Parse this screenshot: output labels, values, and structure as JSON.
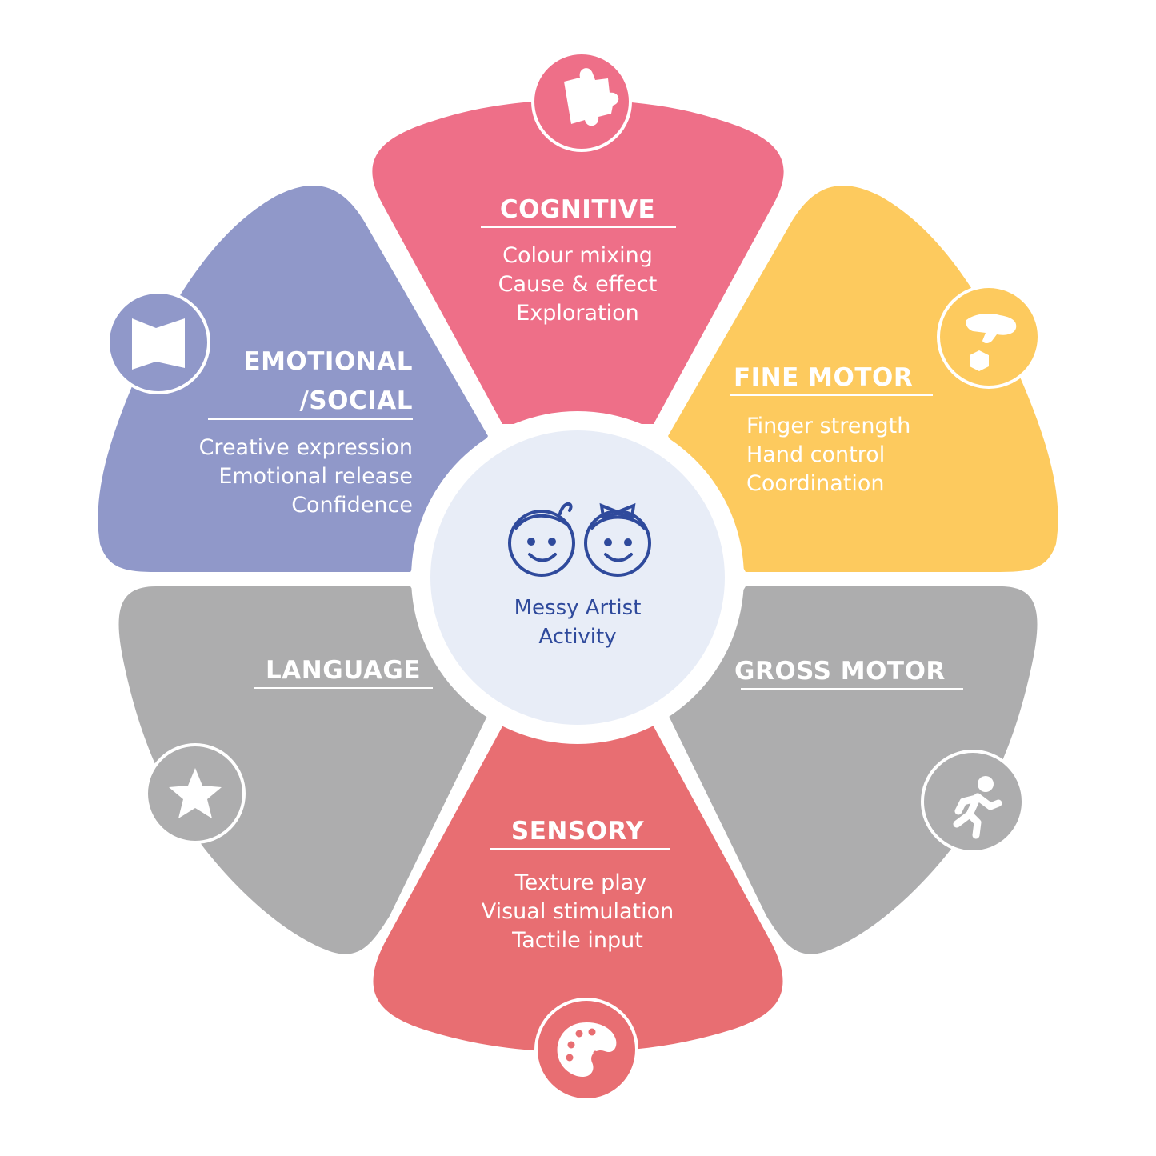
{
  "center": {
    "line1": "Messy Artist",
    "line2": "Activity",
    "icon": "two-kids-faces-icon"
  },
  "colors": {
    "cognitive": "#ee6f88",
    "fine_motor": "#fdca5e",
    "gross_motor": "#adadae",
    "sensory": "#e86e72",
    "language": "#adadae",
    "emotional": "#9098c9",
    "center_fill": "#e8edf7",
    "center_text": "#2f4a9c"
  },
  "segments": {
    "cognitive": {
      "title": "COGNITIVE",
      "icon": "puzzle-piece-icon",
      "items": [
        "Colour mixing",
        "Cause & effect",
        "Exploration"
      ]
    },
    "fine_motor": {
      "title": "FINE MOTOR",
      "icon": "hand-picking-block-icon",
      "items": [
        "Finger strength",
        "Hand control",
        "Coordination"
      ]
    },
    "gross_motor": {
      "title": "GROSS MOTOR",
      "icon": "running-person-icon",
      "items": []
    },
    "sensory": {
      "title": "SENSORY",
      "icon": "paint-palette-icon",
      "items": [
        "Texture play",
        "Visual stimulation",
        "Tactile input"
      ]
    },
    "language": {
      "title": "LANGUAGE",
      "icon": "star-icon",
      "items": []
    },
    "emotional": {
      "title_line1": "EMOTIONAL",
      "title_line2": "/SOCIAL",
      "icon": "open-book-icon",
      "items": [
        "Creative expression",
        "Emotional release",
        "Confidence"
      ]
    }
  }
}
